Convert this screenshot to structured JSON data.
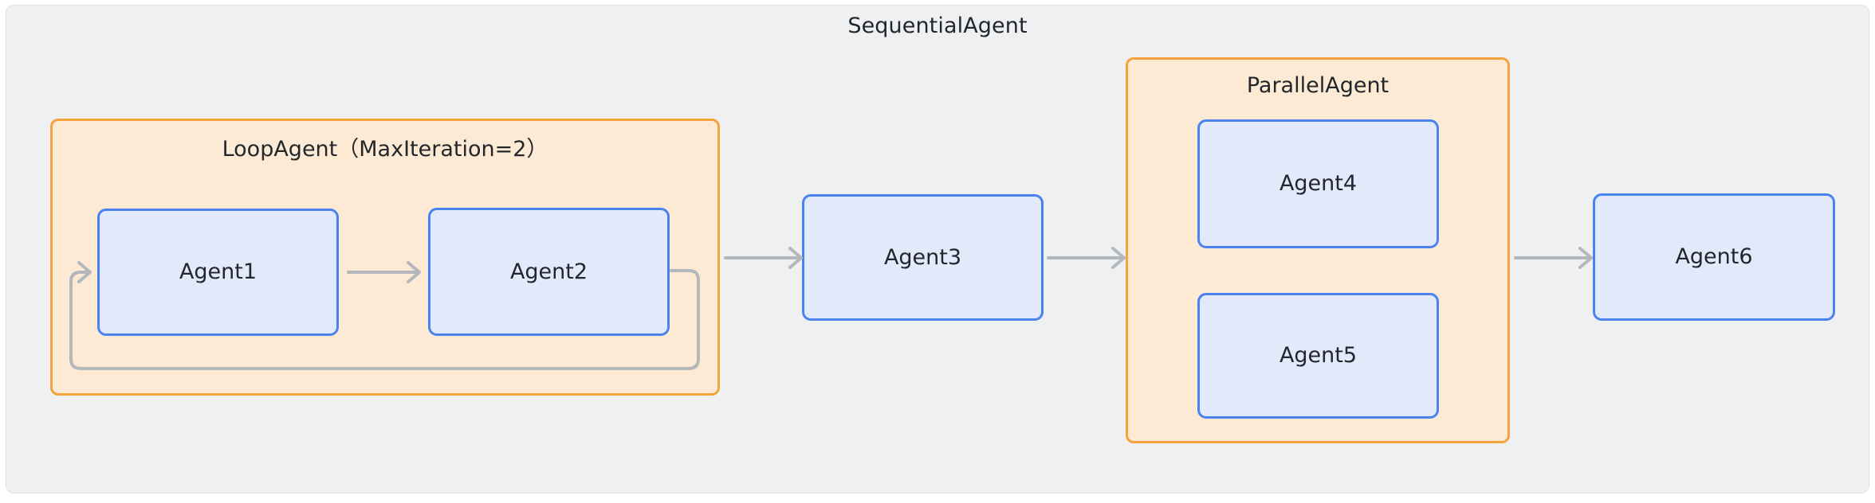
{
  "diagram": {
    "background_color": "#ffffff",
    "container": {
      "title": "SequentialAgent",
      "fill_color": "#eef0f2",
      "border_color": "#e2e4e7"
    },
    "groups": [
      {
        "id": "loop-agent",
        "title": "LoopAgent（MaxIteration=2）",
        "fill_color": "#fcead4",
        "border_color": "#f5a33c"
      },
      {
        "id": "parallel-agent",
        "title": "ParallelAgent",
        "fill_color": "#fcead4",
        "border_color": "#f5a33c"
      }
    ],
    "nodes": [
      {
        "id": "agent1",
        "label": "Agent1",
        "fill_color": "#e2e9fb",
        "border_color": "#4a83f0"
      },
      {
        "id": "agent2",
        "label": "Agent2",
        "fill_color": "#e2e9fb",
        "border_color": "#4a83f0"
      },
      {
        "id": "agent3",
        "label": "Agent3",
        "fill_color": "#e2e9fb",
        "border_color": "#4a83f0"
      },
      {
        "id": "agent4",
        "label": "Agent4",
        "fill_color": "#e2e9fb",
        "border_color": "#4a83f0"
      },
      {
        "id": "agent5",
        "label": "Agent5",
        "fill_color": "#e2e9fb",
        "border_color": "#4a83f0"
      },
      {
        "id": "agent6",
        "label": "Agent6",
        "fill_color": "#e2e9fb",
        "border_color": "#4a83f0"
      }
    ],
    "edges": [
      {
        "id": "agent1-to-agent2",
        "from": "agent1",
        "to": "agent2",
        "kind": "arrow"
      },
      {
        "id": "agent2-loop-back-agent1",
        "from": "agent2",
        "to": "agent1",
        "kind": "loop-back"
      },
      {
        "id": "loopagent-to-agent3",
        "from": "loop-agent",
        "to": "agent3",
        "kind": "arrow"
      },
      {
        "id": "agent3-to-parallelagent",
        "from": "agent3",
        "to": "parallel-agent",
        "kind": "arrow"
      },
      {
        "id": "parallelagent-to-agent6",
        "from": "parallel-agent",
        "to": "agent6",
        "kind": "arrow"
      }
    ],
    "edge_color": "#b4b8bd"
  }
}
